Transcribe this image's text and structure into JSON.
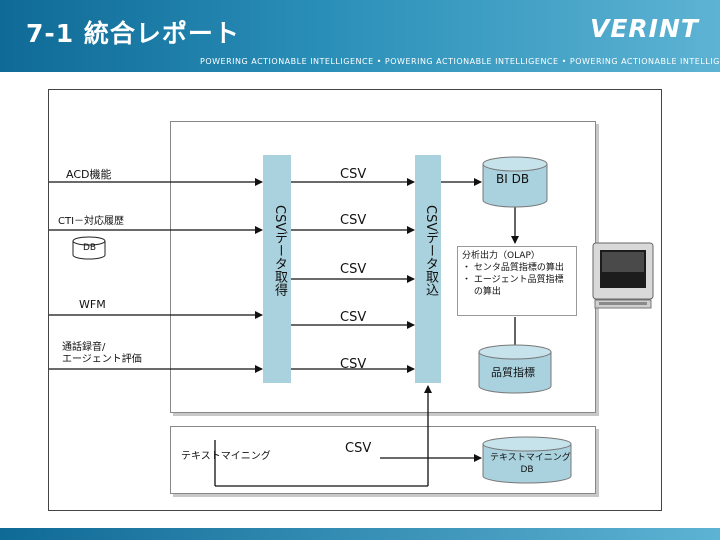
{
  "header": {
    "title": "7-1 統合レポート",
    "logo": "VERINT",
    "tagline": "POWERING ACTIONABLE INTELLIGENCE • POWERING ACTIONABLE INTELLIGENCE • POWERING ACTIONABLE INTELLIGENCE"
  },
  "colors": {
    "header": "#1a7aa5",
    "bar": "#a9d1de"
  },
  "sources": {
    "acd": "ACD機能",
    "cti": "CTI－対応履歴",
    "db": "DB",
    "wfm": "WFM",
    "recording": "通話録音/\nエージェント評価",
    "textmining": "テキストマイニング"
  },
  "bars": {
    "acquire": "CSVデータ取得",
    "load": "CSVデータ取込"
  },
  "csv_labels": [
    "CSV",
    "CSV",
    "CSV",
    "CSV",
    "CSV",
    "CSV"
  ],
  "outputs": {
    "bidb": "BI DB",
    "quality": "品質指標",
    "textmining_db": "テキストマイニング\nDB"
  },
  "analysis": {
    "line1": "分析出力（OLAP）",
    "line2": "・ センタ品質指標の算出",
    "line3": "・ エージェント品質指標",
    "line4": "　 の算出"
  },
  "icons": [
    "database-icon",
    "computer-monitor-icon"
  ]
}
